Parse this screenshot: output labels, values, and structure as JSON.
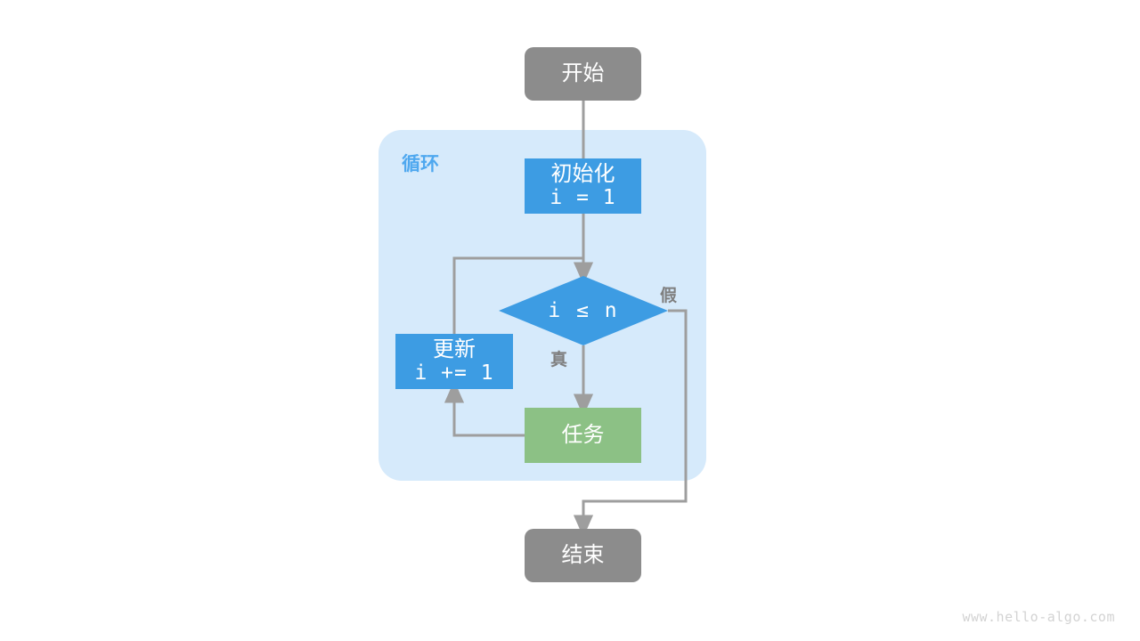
{
  "diagram": {
    "title": "for-loop-flowchart",
    "colors": {
      "terminator": "#8c8c8c",
      "process": "#3d9ce3",
      "task": "#8cc185",
      "container": "#d6eafb",
      "container_label": "#4fa8ef",
      "edge": "#9e9e9e",
      "watermark": "#d3d3d3"
    }
  },
  "container": {
    "label": "循环"
  },
  "nodes": {
    "start": {
      "label": "开始"
    },
    "init": {
      "title": "初始化",
      "code": "i = 1"
    },
    "condition": {
      "code": "i ≤ n"
    },
    "update": {
      "title": "更新",
      "code": "i += 1"
    },
    "task": {
      "label": "任务"
    },
    "end": {
      "label": "结束"
    }
  },
  "edge_labels": {
    "true": "真",
    "false": "假"
  },
  "watermark": {
    "text": "www.hello-algo.com"
  }
}
